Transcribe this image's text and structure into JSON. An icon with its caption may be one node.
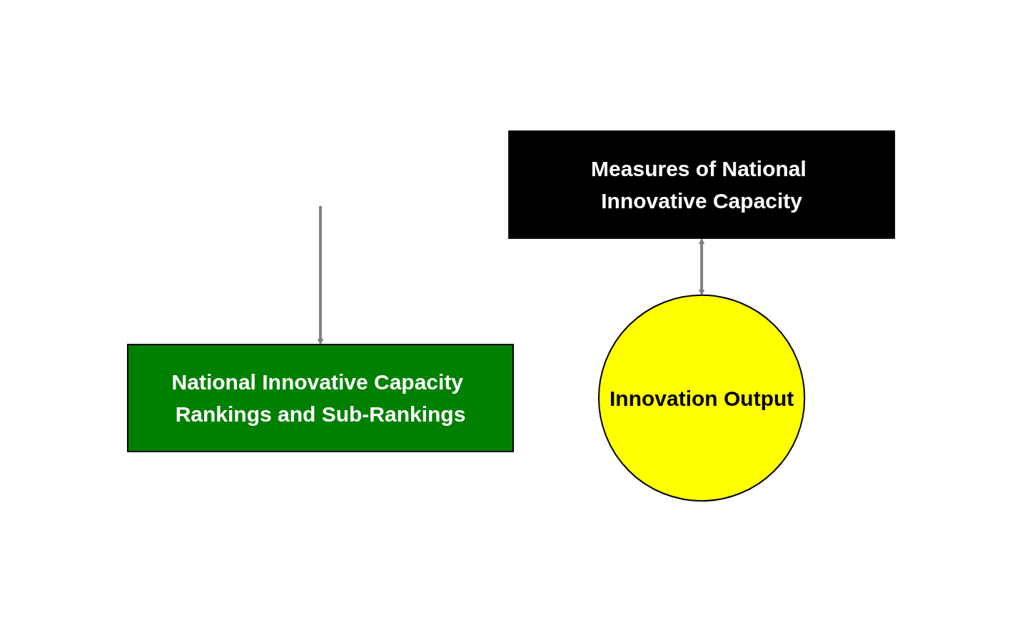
{
  "diagram": {
    "nodes": [
      {
        "text": [
          "Measures of National Innovative Capacity"
        ]
      },
      {
        "text": [
          "Innovation Output"
        ]
      },
      {
        "text": [
          "National Innovative Capacity Rankings and Sub-Rankings"
        ]
      }
    ],
    "edges": [
      {
        "from": 0,
        "to": 1,
        "arrow": "both"
      },
      {
        "from": null,
        "to": 2,
        "arrow": "to"
      }
    ]
  }
}
